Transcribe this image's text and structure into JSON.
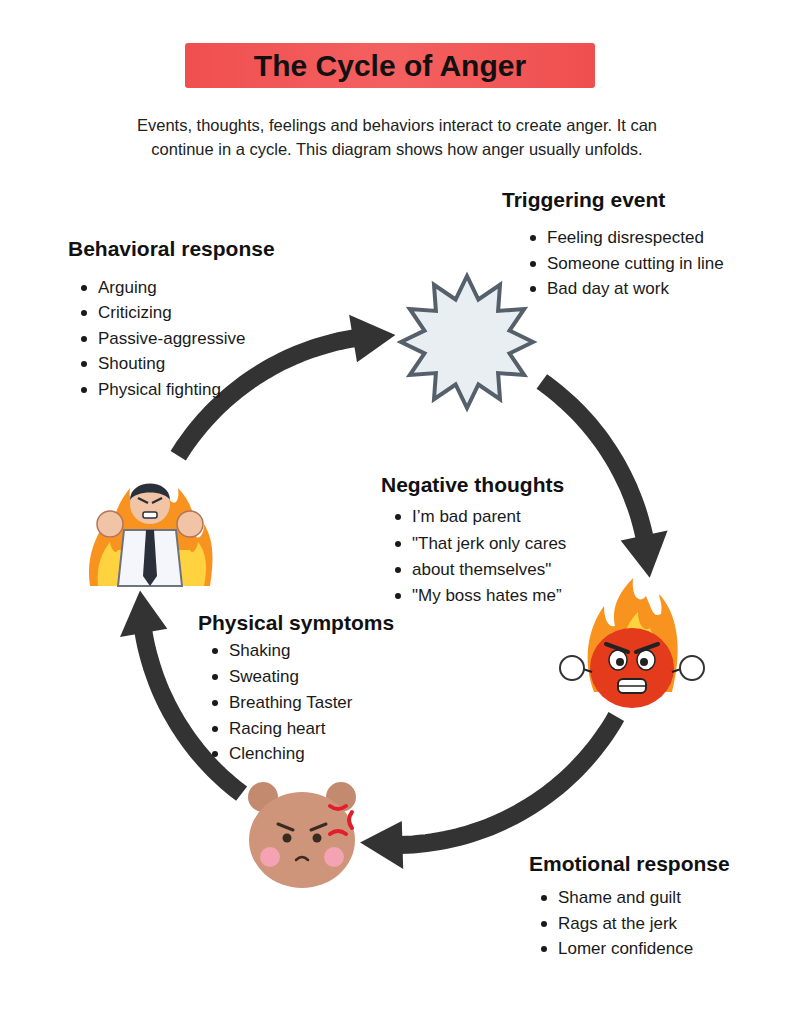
{
  "diagram": {
    "title": "The Cycle of Anger",
    "caption": "Events, thoughts, feelings and behaviors interact to create anger. It can continue in a cycle. This diagram shows how anger usually unfolds.",
    "nodes": [
      {
        "text": [
          "Triggering event",
          "Feeling disrespected",
          "Someone cutting in line",
          "Bad day at work"
        ]
      },
      {
        "text": [
          "Negative thoughts",
          "I’m bad parent",
          "\"That jerk only cares",
          "about themselves\"",
          "\"My boss hates me”"
        ]
      },
      {
        "text": [
          "Emotional response",
          "Shame and guilt",
          "Rags at the jerk",
          "Lomer confidence"
        ]
      },
      {
        "text": [
          "Physical symptoms",
          "Shaking",
          "Sweating",
          "Breathing Taster",
          "Racing heart",
          "Clenching"
        ]
      },
      {
        "text": [
          "Behavioral response",
          "Arguing",
          "Criticizing",
          "Passive-aggressive",
          "Shouting",
          "Physical fighting"
        ]
      }
    ],
    "edges": [
      {
        "from": 0,
        "to": 1,
        "arrow": "to"
      },
      {
        "from": 1,
        "to": 3,
        "arrow": "to"
      },
      {
        "from": 3,
        "to": 4,
        "arrow": "to"
      },
      {
        "from": 4,
        "to": 0,
        "arrow": "to"
      }
    ]
  }
}
